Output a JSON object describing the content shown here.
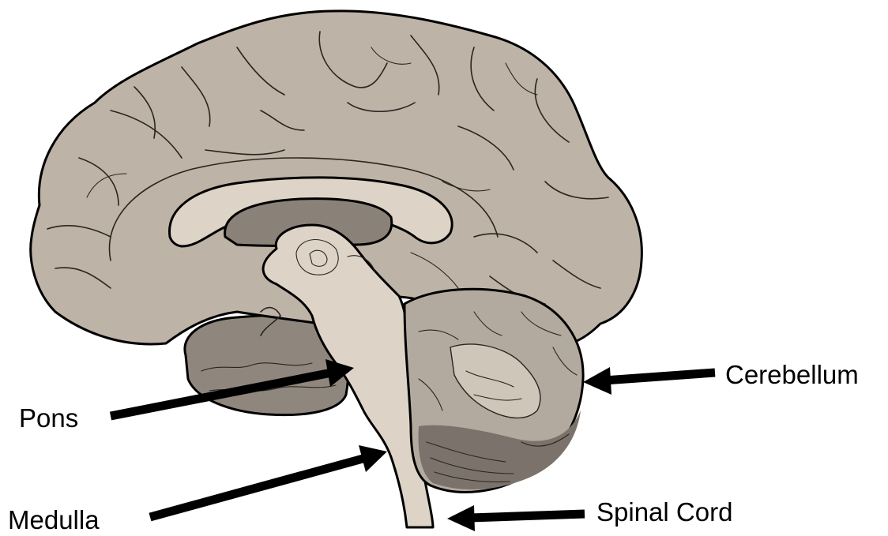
{
  "diagram": {
    "labels": {
      "cerebellum": "Cerebellum",
      "pons": "Pons",
      "medulla": "Medulla",
      "spinal_cord": "Spinal Cord"
    },
    "colors": {
      "cerebrum": "#bdb3a6",
      "corpus_callosum": "#ddd4c7",
      "ventricle": "#8a8279",
      "brainstem": "#ddd4c7",
      "cerebellum_white": "#b3aa9f",
      "cerebellum_grey": "#7b736b",
      "temporal_lobe": "#8f877e",
      "outline": "#000000",
      "arrow": "#000000"
    }
  }
}
